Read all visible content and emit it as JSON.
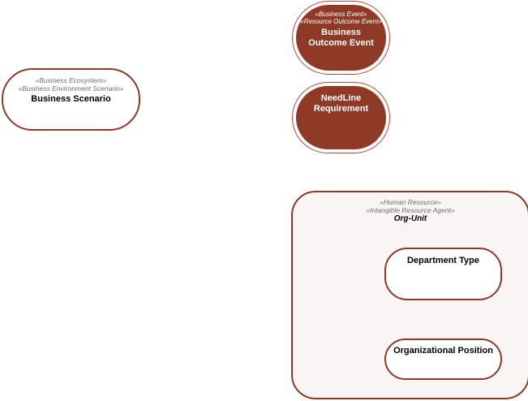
{
  "business_scenario": {
    "stereotype_1": "«Business Ecosystem»",
    "stereotype_2": "«Business Environment Scenario»",
    "name": "Business Scenario"
  },
  "business_outcome_event": {
    "stereotype_1": "«Business Event»",
    "stereotype_2": "«Resource Outcome Event»",
    "name": "Business Outcome Event"
  },
  "needline_requirement": {
    "name": "NeedLine Requirement"
  },
  "org_unit": {
    "stereotype_1": "«Human Resource»",
    "stereotype_2": "«Intangible Resource Agent»",
    "name": "Org-Unit",
    "children": {
      "department_type": "Department Type",
      "organizational_position": "Organizational Position"
    }
  },
  "colors": {
    "shape_border": "#8e3a26",
    "event_fill": "#8e3a26",
    "container_fill": "#faf5f5"
  }
}
